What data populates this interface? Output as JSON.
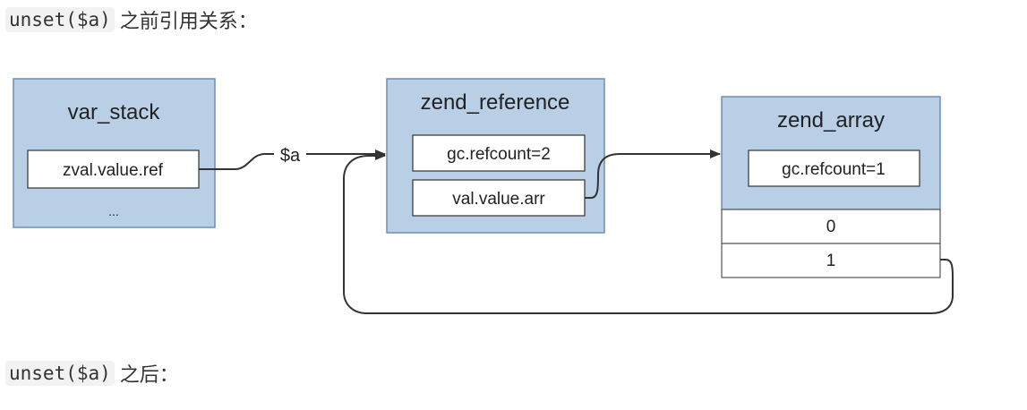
{
  "header": {
    "code": "unset($a)",
    "text": "之前引用关系："
  },
  "footer": {
    "code": "unset($a)",
    "text": "之后："
  },
  "diagram": {
    "var_stack": {
      "title": "var_stack",
      "field": "zval.value.ref",
      "ellipsis": "..."
    },
    "connector_label": "$a",
    "zend_reference": {
      "title": "zend_reference",
      "refcount": "gc.refcount=2",
      "arr": "val.value.arr"
    },
    "zend_array": {
      "title": "zend_array",
      "refcount": "gc.refcount=1",
      "rows": [
        "0",
        "1"
      ]
    }
  },
  "colors": {
    "box_fill": "#b8cfe6",
    "box_stroke": "#5a7fa8",
    "field_fill": "#ffffff",
    "field_stroke": "#333333",
    "arrow": "#333333"
  }
}
